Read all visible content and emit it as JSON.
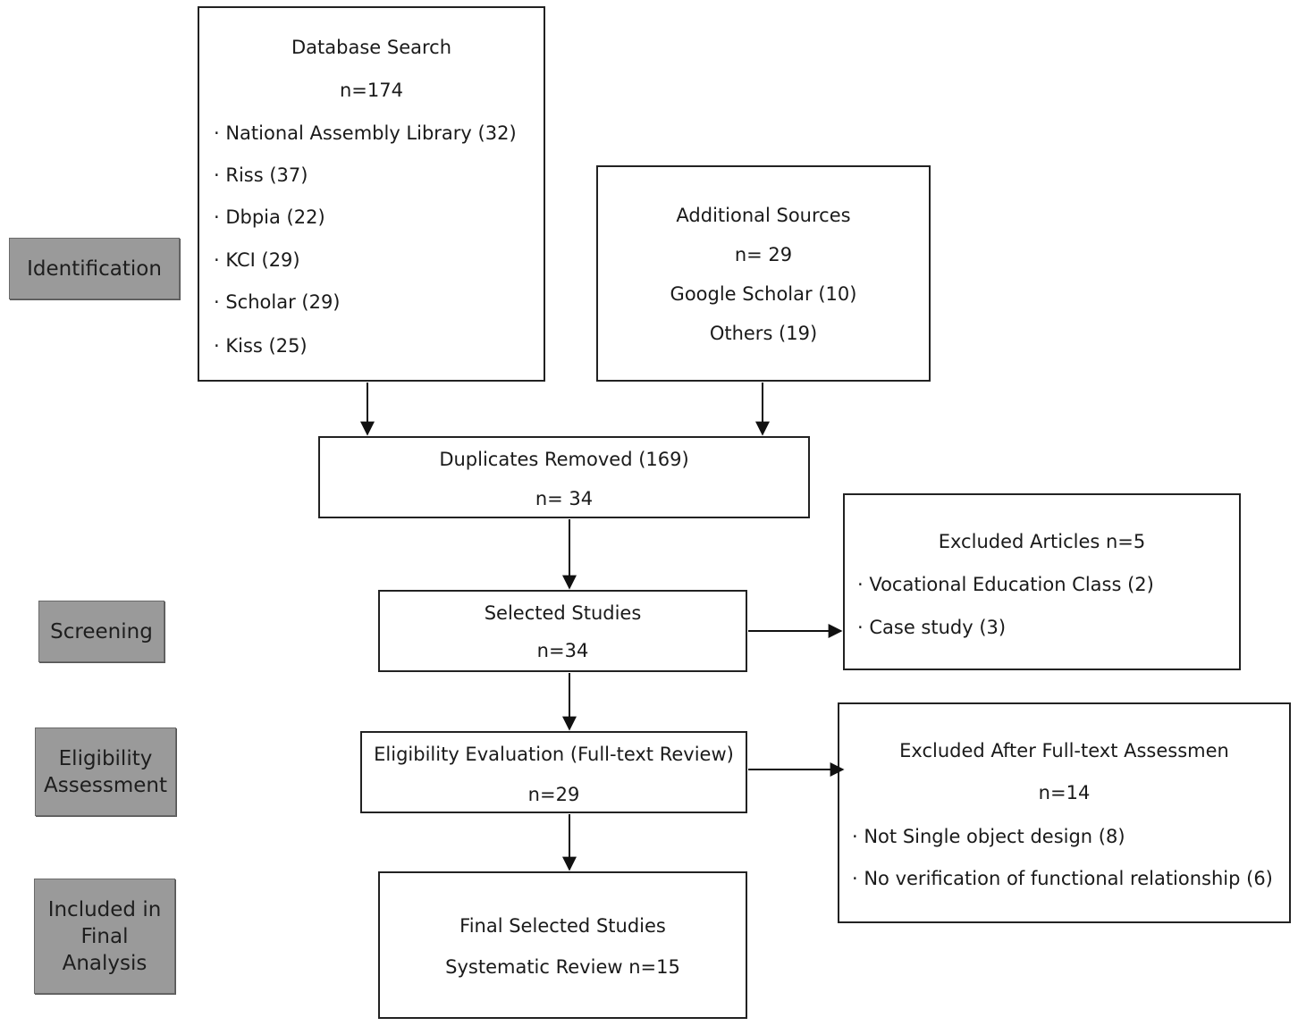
{
  "stages": {
    "identification": [
      "Identification"
    ],
    "screening": [
      "Screening"
    ],
    "eligibility": [
      "Eligibility",
      "Assessment"
    ],
    "included": [
      "Included in",
      "Final",
      "Analysis"
    ]
  },
  "database_search": {
    "title": "Database Search",
    "n": "n=174",
    "items": [
      "· National Assembly Library (32)",
      "· Riss (37)",
      "· Dbpia (22)",
      "· KCI (29)",
      "· Scholar (29)",
      "· Kiss (25)"
    ]
  },
  "additional_sources": {
    "title": "Additional Sources",
    "n": "n= 29",
    "items": [
      "Google Scholar (10)",
      "Others (19)"
    ]
  },
  "duplicates_removed": {
    "title": "Duplicates Removed (169)",
    "n": "n= 34"
  },
  "selected_studies": {
    "title": "Selected Studies",
    "n": "n=34"
  },
  "excluded_articles": {
    "title": "Excluded Articles n=5",
    "items": [
      "· Vocational Education Class (2)",
      "· Case study (3)"
    ]
  },
  "eligibility_evaluation": {
    "title": "Eligibility Evaluation (Full-text Review)",
    "n": "n=29"
  },
  "excluded_fulltext": {
    "title": "Excluded After Full-text Assessmen",
    "n": "n=14",
    "items": [
      "· Not Single object design (8)",
      "· No verification of functional relationship (6)"
    ]
  },
  "final_selected": {
    "title": "Final Selected Studies",
    "subtitle": "Systematic Review n=15"
  }
}
